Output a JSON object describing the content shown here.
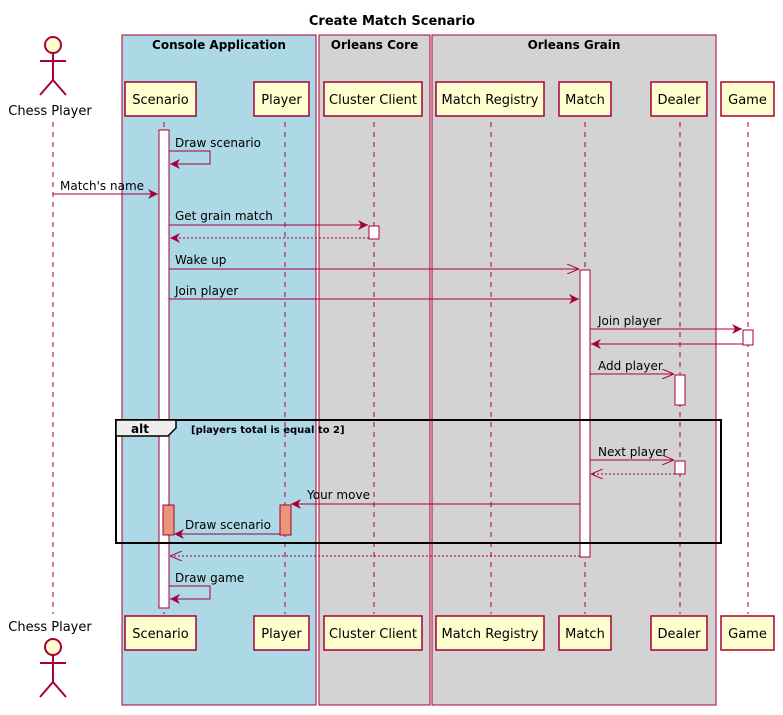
{
  "diagram": {
    "title": "Create Match Scenario",
    "colors": {
      "border": "#A80036",
      "participant_fill": "#FEFECE",
      "console_box": "#ADD8E6",
      "core_box": "#D3D3D3",
      "grain_box": "#D3D3D3",
      "activation_highlight": "#E9967A"
    },
    "boxes": [
      {
        "label": "Console Application"
      },
      {
        "label": "Orleans Core"
      },
      {
        "label": "Orleans Grain"
      }
    ],
    "actor": {
      "label": "Chess Player"
    },
    "participants": [
      {
        "label": "Scenario"
      },
      {
        "label": "Player"
      },
      {
        "label": "Cluster Client"
      },
      {
        "label": "Match Registry"
      },
      {
        "label": "Match"
      },
      {
        "label": "Dealer"
      },
      {
        "label": "Game"
      }
    ],
    "messages": [
      {
        "text": "Draw scenario",
        "from": "Scenario",
        "to": "Scenario",
        "style": "solid"
      },
      {
        "text": "Match's name",
        "from": "Chess Player",
        "to": "Scenario",
        "style": "solid"
      },
      {
        "text": "Get grain match",
        "from": "Scenario",
        "to": "Cluster Client",
        "style": "solid"
      },
      {
        "text": "",
        "from": "Cluster Client",
        "to": "Scenario",
        "style": "dashed"
      },
      {
        "text": "Wake up",
        "from": "Scenario",
        "to": "Match",
        "style": "async"
      },
      {
        "text": "Join player",
        "from": "Scenario",
        "to": "Match",
        "style": "async"
      },
      {
        "text": "Join player",
        "from": "Match",
        "to": "Game",
        "style": "solid"
      },
      {
        "text": "",
        "from": "Game",
        "to": "Match",
        "style": "solid"
      },
      {
        "text": "Add player",
        "from": "Match",
        "to": "Dealer",
        "style": "async"
      },
      {
        "text": "Next player",
        "from": "Match",
        "to": "Dealer",
        "style": "async"
      },
      {
        "text": "",
        "from": "Dealer",
        "to": "Match",
        "style": "dashed-async"
      },
      {
        "text": "Your move",
        "from": "Match",
        "to": "Player",
        "style": "solid"
      },
      {
        "text": "Draw scenario",
        "from": "Player",
        "to": "Scenario",
        "style": "solid"
      },
      {
        "text": "",
        "from": "Match",
        "to": "Scenario",
        "style": "dashed-async"
      },
      {
        "text": "Draw game",
        "from": "Scenario",
        "to": "Scenario",
        "style": "solid"
      }
    ],
    "alt": {
      "keyword": "alt",
      "guard": "[players total is equal to 2]"
    }
  }
}
